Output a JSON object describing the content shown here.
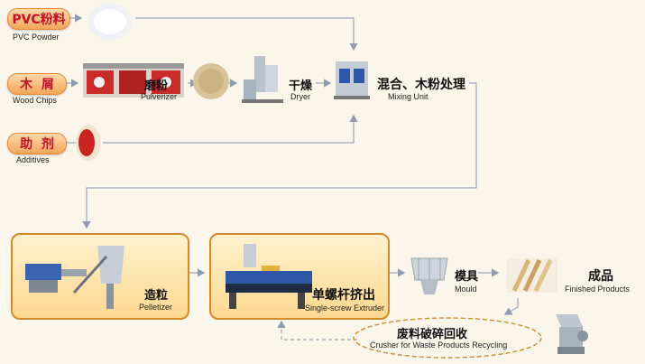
{
  "inputs": [
    {
      "zh": "PVC粉料",
      "en": "PVC Powder"
    },
    {
      "zh": "木  屑",
      "en": "Wood Chips"
    },
    {
      "zh": "助  剂",
      "en": "Additives"
    }
  ],
  "steps": {
    "pulverizer": {
      "zh": "磨粉",
      "en": "Pulverizer"
    },
    "dryer": {
      "zh": "干燥",
      "en": "Dryer"
    },
    "mixing": {
      "zh": "混合、木粉处理",
      "en": "Mixing Unit"
    },
    "pelletizer": {
      "zh": "造粒",
      "en": "Pelletizer"
    },
    "extruder": {
      "zh": "单螺杆挤出",
      "en": "Single-screw Extruder"
    },
    "mould": {
      "zh": "模具",
      "en": "Mould"
    },
    "finished": {
      "zh": "成品",
      "en": "Finished Products"
    },
    "crusher": {
      "zh": "废料破碎回收",
      "en": "Crusher for Waste Products Recycling"
    }
  },
  "colors": {
    "accent": "#d48a2a",
    "label_red": "#c0122a",
    "line": "#9aa6b8"
  }
}
